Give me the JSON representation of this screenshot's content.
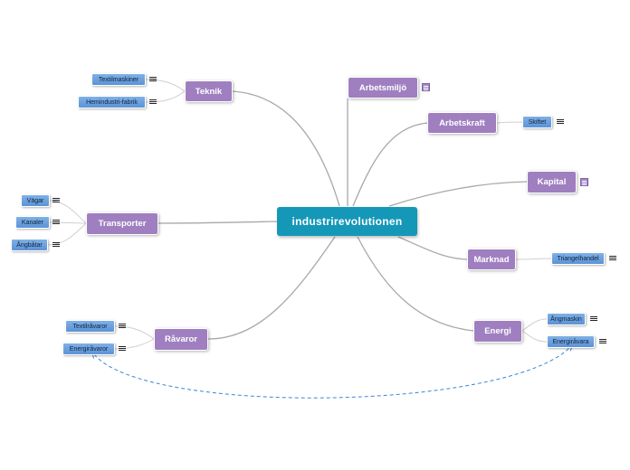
{
  "map": {
    "center": "industrirevolutionen",
    "topics": {
      "teknik": {
        "label": "Teknik",
        "children": [
          "Textilmaskiner",
          "Hemindustri-fabrik"
        ]
      },
      "transporter": {
        "label": "Transporter",
        "children": [
          "Vägar",
          "Kanaler",
          "Ångbåtar"
        ]
      },
      "ravaror": {
        "label": "Råvaror",
        "children": [
          "Textilråvaror",
          "Energiråvaror"
        ]
      },
      "arbetsmiljo": {
        "label": "Arbetsmiljö"
      },
      "arbetskraft": {
        "label": "Arbetskraft",
        "children": [
          "Skiftet"
        ]
      },
      "kapital": {
        "label": "Kapital"
      },
      "marknad": {
        "label": "Marknad",
        "children": [
          "Triangelhandel"
        ]
      },
      "energi": {
        "label": "Energi",
        "children": [
          "Ångmaskin",
          "Energiråvara"
        ]
      }
    }
  },
  "colors": {
    "center": "#1598b8",
    "main_topic": "#9f7fc0",
    "sub_topic": "#6a9fdc",
    "branch_line": "#a8a8a8",
    "relation_line": "#3a86d6"
  },
  "icons": {
    "note": "note-icon",
    "note_box": "note-box-icon"
  }
}
